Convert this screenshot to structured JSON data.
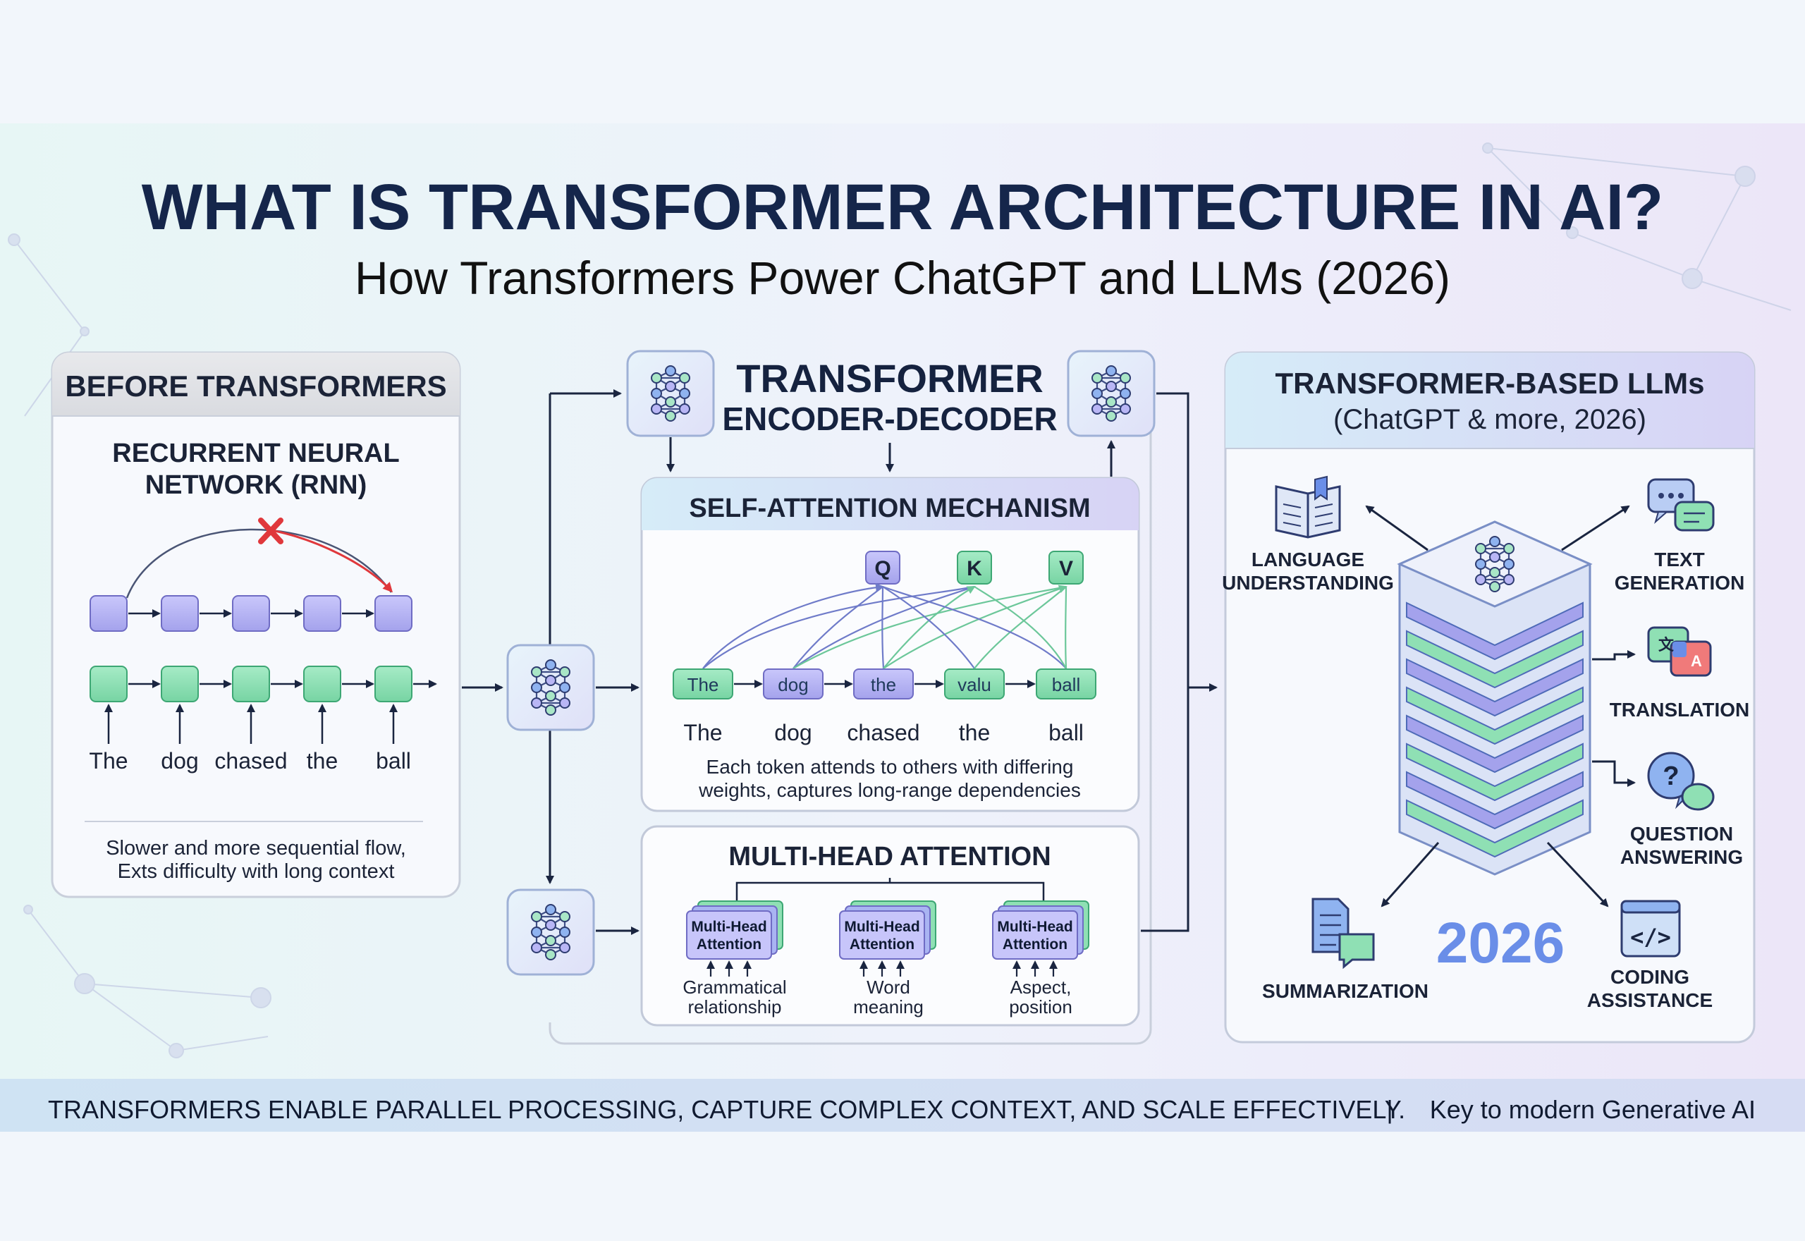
{
  "header": {
    "title": "WHAT IS TRANSFORMER ARCHITECTURE IN AI?",
    "subtitle": "How Transformers Power ChatGPT and LLMs (2026)"
  },
  "before": {
    "heading": "BEFORE TRANSFORMERS",
    "rnn_title_line1": "RECURRENT NEURAL",
    "rnn_title_line2": "NETWORK (RNN)",
    "words": [
      "The",
      "dog",
      "chased",
      "the",
      "ball"
    ],
    "note_line1": "Slower and more sequential flow,",
    "note_line2": "Exts difficulty with long context"
  },
  "transformer": {
    "title_line1": "TRANSFORMER",
    "title_line2": "ENCODER-DECODER",
    "self_attention": {
      "heading": "SELF-ATTENTION MECHANISM",
      "qkv": [
        "Q",
        "K",
        "V"
      ],
      "tokens": [
        "The",
        "dog",
        "the",
        "valu",
        "ball"
      ],
      "words": [
        "The",
        "dog",
        "chased",
        "the",
        "ball"
      ],
      "note_line1": "Each token attends to others with differing",
      "note_line2": "weights, captures long-range dependencies"
    },
    "multi_head": {
      "heading": "MULTI-HEAD ATTENTION",
      "block_line1": "Multi-Head",
      "block_line2": "Attention",
      "captions": [
        [
          "Grammatical",
          "relationship"
        ],
        [
          "Word",
          "meaning"
        ],
        [
          "Aspect,",
          "position"
        ]
      ]
    }
  },
  "llms": {
    "heading": "TRANSFORMER-BASED LLMs",
    "subheading": "(ChatGPT & more, 2026)",
    "apps": {
      "language": [
        "LANGUAGE",
        "UNDERSTANDING"
      ],
      "text": [
        "TEXT",
        "GENERATION"
      ],
      "translation": [
        "TRANSLATION"
      ],
      "question": [
        "QUESTION",
        "ANSWERING"
      ],
      "summarization": [
        "SUMMARIZATION"
      ],
      "coding": [
        "CODING",
        "ASSISTANCE"
      ]
    },
    "year": "2026"
  },
  "footer": {
    "left": "TRANSFORMERS ENABLE PARALLEL PROCESSING, CAPTURE COMPLEX CONTEXT, AND SCALE EFFECTIVELY.",
    "separator": "|",
    "right": "Key to modern Generative AI"
  },
  "colors": {
    "title": "#15264b",
    "green_node": "#8fe0b4",
    "purple_node": "#b7b6f4",
    "red_cross": "#e0383c",
    "accent_blue": "#6a8ee8"
  },
  "icons": [
    "neural-network-icon",
    "book-icon",
    "chat-bubbles-icon",
    "translate-icon",
    "question-icon",
    "document-icon",
    "code-icon"
  ]
}
